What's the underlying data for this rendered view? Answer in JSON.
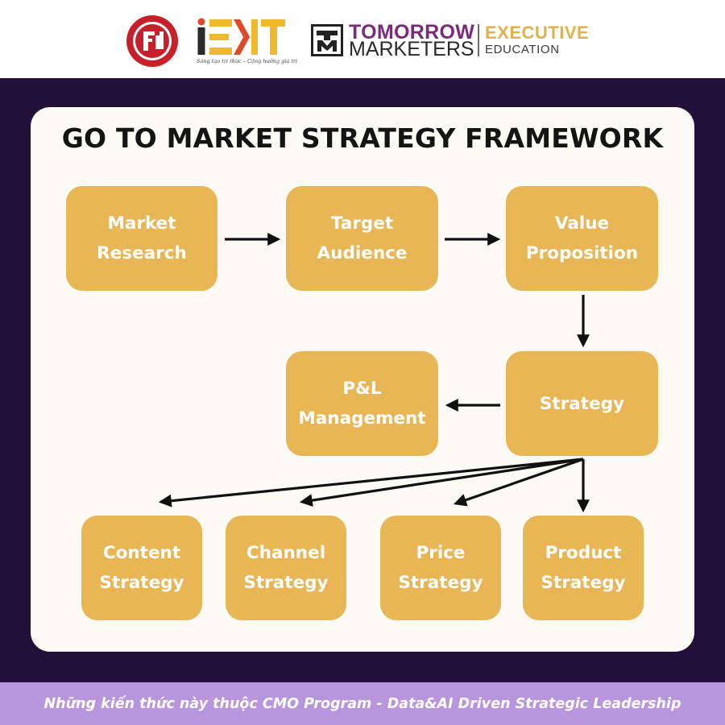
{
  "header": {
    "logos": [
      {
        "name": "ftu-seal-logo"
      },
      {
        "name": "ieit-logo",
        "wordmark": "iEIT",
        "tagline": "Sáng tạo tri thức – Cộng hưởng giá trị"
      },
      {
        "name": "tomorrow-marketers-logo",
        "line1": "TOMORROW",
        "line2": "MARKETERS",
        "exec_line1": "EXECUTIVE",
        "exec_line2": "EDUCATION"
      }
    ]
  },
  "diagram": {
    "title": "GO TO MARKET STRATEGY FRAMEWORK",
    "nodes": {
      "market_research": {
        "line1": "Market",
        "line2": "Research"
      },
      "target_audience": {
        "line1": "Target",
        "line2": "Audience"
      },
      "value_proposition": {
        "line1": "Value",
        "line2": "Proposition"
      },
      "pl_management": {
        "line1": "P&L",
        "line2": "Management"
      },
      "strategy": {
        "line1": "Strategy"
      },
      "content_strategy": {
        "line1": "Content",
        "line2": "Strategy"
      },
      "channel_strategy": {
        "line1": "Channel",
        "line2": "Strategy"
      },
      "price_strategy": {
        "line1": "Price",
        "line2": "Strategy"
      },
      "product_strategy": {
        "line1": "Product",
        "line2": "Strategy"
      }
    },
    "edges": [
      {
        "from": "market_research",
        "to": "target_audience"
      },
      {
        "from": "target_audience",
        "to": "value_proposition"
      },
      {
        "from": "value_proposition",
        "to": "strategy"
      },
      {
        "from": "strategy",
        "to": "pl_management"
      },
      {
        "from": "strategy",
        "to": "content_strategy"
      },
      {
        "from": "strategy",
        "to": "channel_strategy"
      },
      {
        "from": "strategy",
        "to": "price_strategy"
      },
      {
        "from": "strategy",
        "to": "product_strategy"
      }
    ],
    "colors": {
      "node_fill": "#e8b655",
      "node_text": "#ffffff",
      "arrow": "#111111",
      "background": "#221038",
      "card": "#fcfaf5"
    }
  },
  "footer": {
    "text": "Những kiến thức này thuộc CMO Program - Data&AI Driven Strategic Leadership",
    "color": "#b896de"
  }
}
